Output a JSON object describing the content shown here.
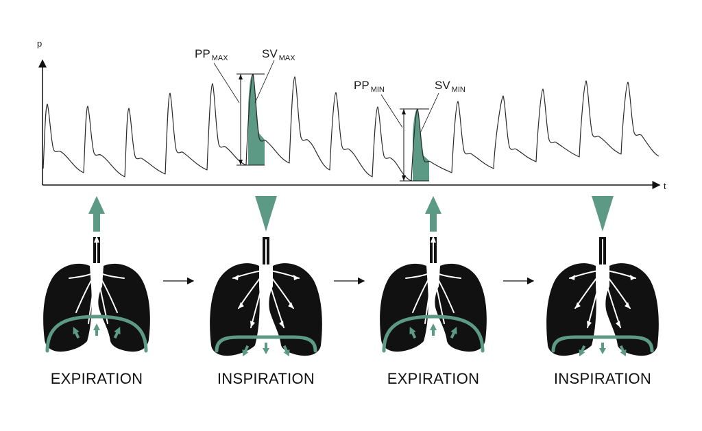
{
  "axes": {
    "y_label": "p",
    "x_label": "t"
  },
  "annotations": {
    "pp_max": {
      "main": "PP",
      "sub": "MAX"
    },
    "sv_max": {
      "main": "SV",
      "sub": "MAX"
    },
    "pp_min": {
      "main": "PP",
      "sub": "MIN"
    },
    "sv_min": {
      "main": "SV",
      "sub": "MIN"
    }
  },
  "phases": [
    {
      "label": "EXPIRATION",
      "direction": "up"
    },
    {
      "label": "INSPIRATION",
      "direction": "down"
    },
    {
      "label": "EXPIRATION",
      "direction": "up"
    },
    {
      "label": "INSPIRATION",
      "direction": "down"
    }
  ],
  "colors": {
    "accent": "#5d9a86",
    "ink": "#111111",
    "line": "#2a2a2a"
  },
  "icons": {
    "lungs": "lungs-icon",
    "diaphragm": "diaphragm-icon",
    "flow_arrow": "airflow-arrow-icon",
    "sequence_arrow": "right-arrow-icon"
  }
}
